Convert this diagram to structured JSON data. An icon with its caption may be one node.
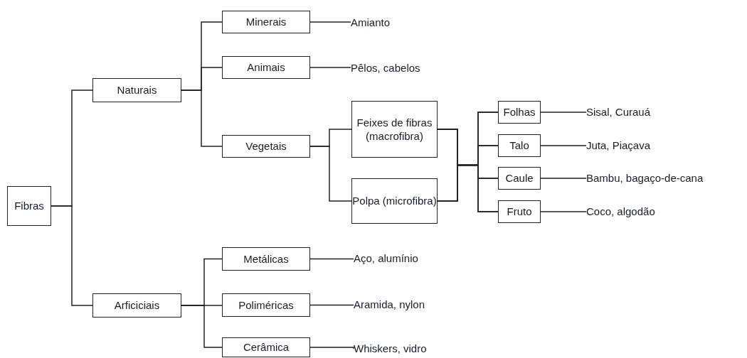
{
  "diagram": {
    "nodes": [
      {
        "text": [
          "Fibras"
        ]
      },
      {
        "text": [
          "Naturais"
        ]
      },
      {
        "text": [
          "Arficiciais"
        ]
      },
      {
        "text": [
          "Minerais"
        ]
      },
      {
        "text": [
          "Animais"
        ]
      },
      {
        "text": [
          "Vegetais"
        ]
      },
      {
        "text": [
          "Feixes de fibras (macrofibra)"
        ]
      },
      {
        "text": [
          "Polpa (microfibra)"
        ]
      },
      {
        "text": [
          "Folhas"
        ]
      },
      {
        "text": [
          "Talo"
        ]
      },
      {
        "text": [
          "Caule"
        ]
      },
      {
        "text": [
          "Fruto"
        ]
      },
      {
        "text": [
          "Metálicas"
        ]
      },
      {
        "text": [
          "Poliméricas"
        ]
      },
      {
        "text": [
          "Cerâmica"
        ]
      },
      {
        "text": [
          "Amianto"
        ]
      },
      {
        "text": [
          "Pêlos, cabelos"
        ]
      },
      {
        "text": [
          "Sisal, Curauá"
        ]
      },
      {
        "text": [
          "Juta, Piaçava"
        ]
      },
      {
        "text": [
          "Bambu, bagaço-de-cana"
        ]
      },
      {
        "text": [
          "Coco, algodão"
        ]
      },
      {
        "text": [
          "Aço, alumínio"
        ]
      },
      {
        "text": [
          "Aramida, nylon"
        ]
      },
      {
        "text": [
          "Whiskers, vidro"
        ]
      }
    ],
    "edges": [
      {
        "from": 0,
        "to": 1,
        "arrow": "none"
      },
      {
        "from": 0,
        "to": 2,
        "arrow": "none"
      },
      {
        "from": 1,
        "to": 3,
        "arrow": "none"
      },
      {
        "from": 1,
        "to": 4,
        "arrow": "none"
      },
      {
        "from": 1,
        "to": 5,
        "arrow": "none"
      },
      {
        "from": 5,
        "to": 6,
        "arrow": "none"
      },
      {
        "from": 5,
        "to": 7,
        "arrow": "none"
      },
      {
        "from": 6,
        "to": 8,
        "arrow": "none"
      },
      {
        "from": 6,
        "to": 9,
        "arrow": "none"
      },
      {
        "from": 6,
        "to": 10,
        "arrow": "none"
      },
      {
        "from": 6,
        "to": 11,
        "arrow": "none"
      },
      {
        "from": 7,
        "to": 8,
        "arrow": "none"
      },
      {
        "from": 7,
        "to": 9,
        "arrow": "none"
      },
      {
        "from": 7,
        "to": 10,
        "arrow": "none"
      },
      {
        "from": 7,
        "to": 11,
        "arrow": "none"
      },
      {
        "from": 2,
        "to": 12,
        "arrow": "none"
      },
      {
        "from": 2,
        "to": 13,
        "arrow": "none"
      },
      {
        "from": 2,
        "to": 14,
        "arrow": "none"
      },
      {
        "from": 3,
        "to": 15,
        "arrow": "none"
      },
      {
        "from": 4,
        "to": 16,
        "arrow": "none"
      },
      {
        "from": 8,
        "to": 17,
        "arrow": "none"
      },
      {
        "from": 9,
        "to": 18,
        "arrow": "none"
      },
      {
        "from": 10,
        "to": 19,
        "arrow": "none"
      },
      {
        "from": 11,
        "to": 20,
        "arrow": "none"
      },
      {
        "from": 12,
        "to": 21,
        "arrow": "none"
      },
      {
        "from": 13,
        "to": 22,
        "arrow": "none"
      },
      {
        "from": 14,
        "to": 23,
        "arrow": "none"
      }
    ]
  }
}
